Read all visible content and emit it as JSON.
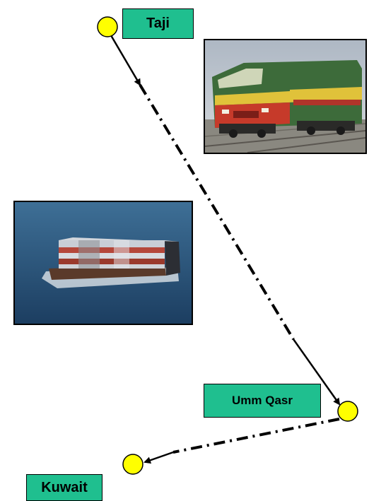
{
  "colors": {
    "label_fill": "#1fbf8f",
    "node_fill": "#ffff00",
    "line": "#000000"
  },
  "nodes": {
    "taji": "Taji",
    "umm_qasr": "Umm Qasr",
    "kuwait": "Kuwait"
  },
  "photos": {
    "train": "locomotive-photo",
    "barge": "container-barge-photo"
  }
}
